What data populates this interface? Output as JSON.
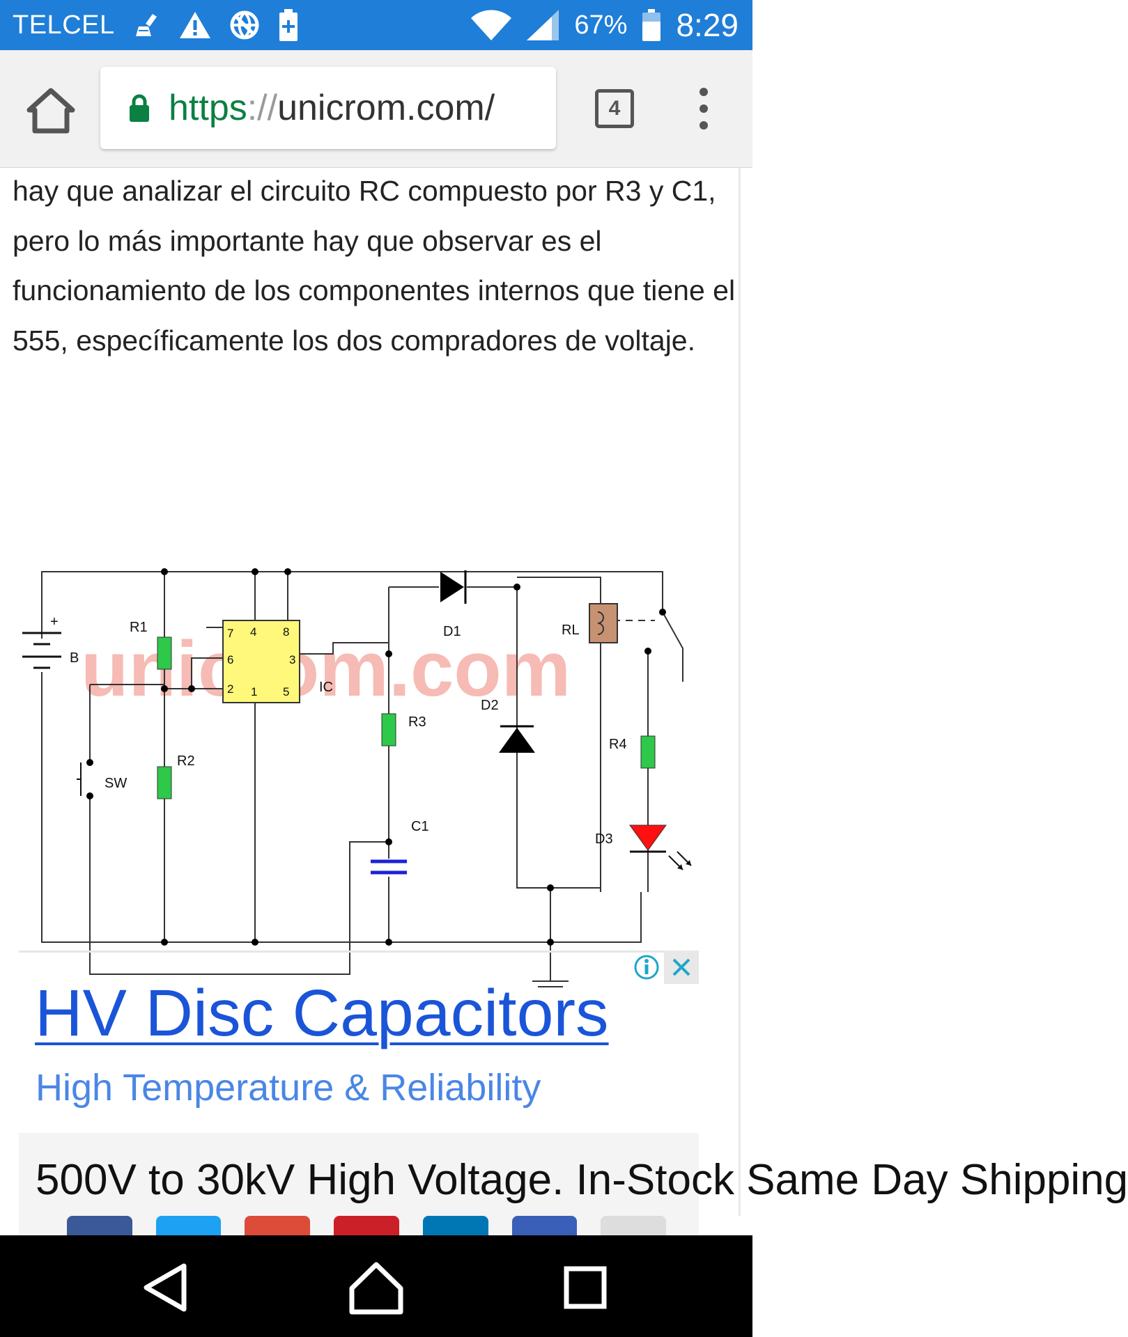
{
  "status_bar": {
    "carrier": "TELCEL",
    "battery_percent": "67%",
    "time": "8:29",
    "icons": [
      "broom-icon",
      "warning-icon",
      "vpn-globe-icon",
      "battery-saver-icon",
      "wifi-icon",
      "signal-icon",
      "battery-icon"
    ]
  },
  "browser": {
    "url_scheme": "https",
    "url_separator": "://",
    "url_host": "unicrom.com/",
    "tab_count": "4"
  },
  "article": {
    "paragraph": "hay que analizar el circuito RC compuesto por R3 y C1, pero lo más importante hay que observar es el funcionamiento de los componentes internos que tiene el 555, específicamente los dos compradores de voltaje."
  },
  "circuit": {
    "watermark": "unicrom.com",
    "labels": {
      "battery": "B",
      "battery_plus": "+",
      "r1": "R1",
      "r2": "R2",
      "r3": "R3",
      "r4": "R4",
      "sw": "SW",
      "ic": "IC",
      "c1": "C1",
      "d1": "D1",
      "d2": "D2",
      "d3": "D3",
      "rl": "RL"
    },
    "ic_pins": {
      "p7": "7",
      "p4": "4",
      "p8": "8",
      "p6": "6",
      "p3": "3",
      "p2": "2",
      "p1": "1",
      "p5": "5"
    },
    "colors": {
      "resistor": "#2ec84a",
      "ic": "#fff87a",
      "relay": "#c79272",
      "led": "#ff1010",
      "capacitor": "#1a22d8",
      "watermark": "#f4b0a8"
    }
  },
  "ad": {
    "headline": "HV Disc Capacitors",
    "subheadline": "High Temperature & Reliability",
    "description": "500V to 30kV High Voltage. In-Stock Same Day Shipping"
  },
  "colors": {
    "status_bar": "#1f7ed8",
    "url_scheme": "#0b8043",
    "ad_link": "#1a54d8",
    "ad_sub": "#4a86e6"
  }
}
